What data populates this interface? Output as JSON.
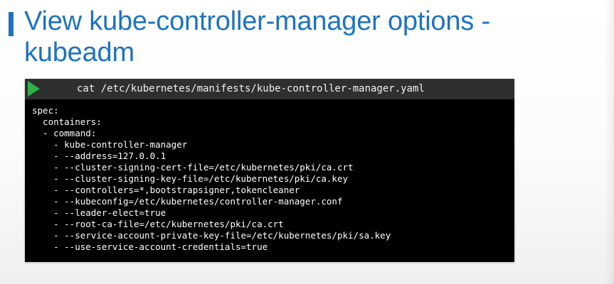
{
  "slide": {
    "title": "View kube-controller-manager options - kubeadm"
  },
  "terminal": {
    "command": "cat /etc/kubernetes/manifests/kube-controller-manager.yaml",
    "output": [
      "spec:",
      "  containers:",
      "  - command:",
      "    - kube-controller-manager",
      "    - --address=127.0.0.1",
      "    - --cluster-signing-cert-file=/etc/kubernetes/pki/ca.crt",
      "    - --cluster-signing-key-file=/etc/kubernetes/pki/ca.key",
      "    - --controllers=*,bootstrapsigner,tokencleaner",
      "    - --kubeconfig=/etc/kubernetes/controller-manager.conf",
      "    - --leader-elect=true",
      "    - --root-ca-file=/etc/kubernetes/pki/ca.crt",
      "    - --service-account-private-key-file=/etc/kubernetes/pki/sa.key",
      "    - --use-service-account-credentials=true"
    ]
  },
  "icons": {
    "run": "play-icon"
  },
  "colors": {
    "title": "#1e73be",
    "accent_bar": "#1e73be",
    "terminal_background": "#000000",
    "terminal_header": "#2f2f2f",
    "play_icon": "#2db34a",
    "terminal_text": "#ffffff"
  }
}
